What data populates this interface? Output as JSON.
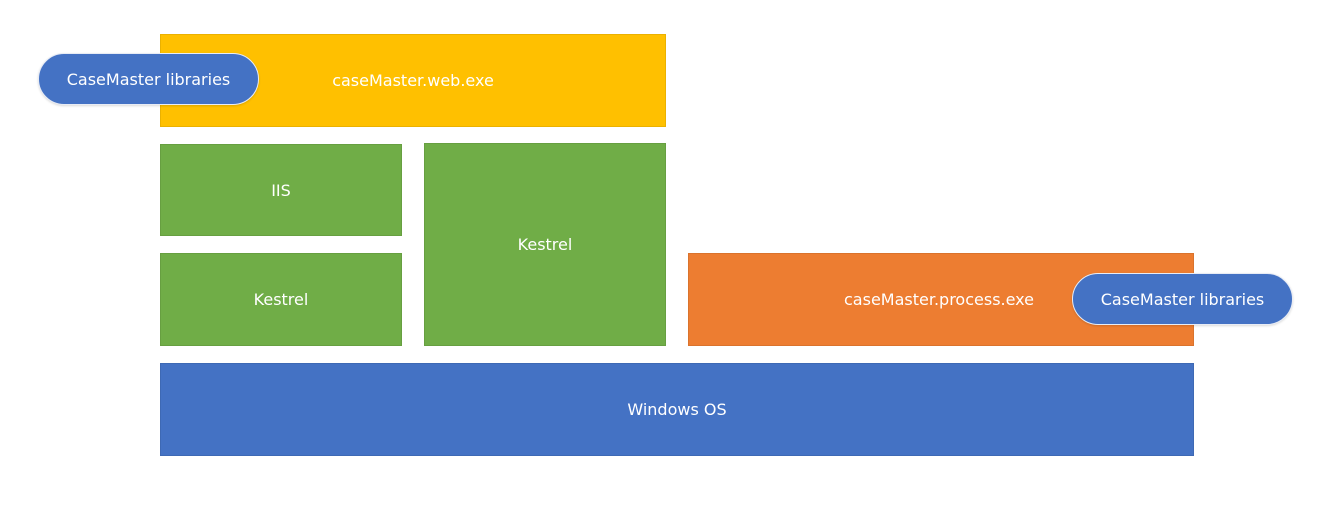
{
  "colors": {
    "web_exe": "#FFC000",
    "framework": "#70AD47",
    "process_exe": "#ED7D31",
    "os": "#4472C4",
    "libraries": "#4472C4"
  },
  "layers": {
    "web_exe": "caseMaster.web.exe",
    "iis": "IIS",
    "kestrel_hosted": "Kestrel",
    "kestrel_standalone": "Kestrel",
    "process_exe": "caseMaster.process.exe",
    "os": "Windows OS"
  },
  "libraries": {
    "web": "CaseMaster libraries",
    "process": "CaseMaster libraries"
  }
}
